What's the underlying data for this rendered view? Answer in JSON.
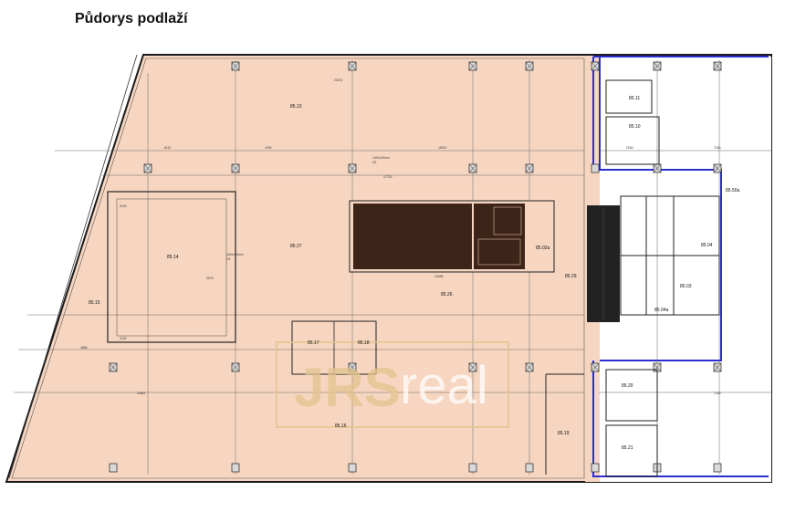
{
  "title": "Půdorys podlaží",
  "rooms": [
    {
      "id": "r1",
      "label": "85.13"
    },
    {
      "id": "r2",
      "label": "85.14"
    },
    {
      "id": "r3",
      "label": "85.15"
    },
    {
      "id": "r4",
      "label": "85.27"
    },
    {
      "id": "r5",
      "label": "85.02a"
    },
    {
      "id": "r6",
      "label": "85.26"
    },
    {
      "id": "r7",
      "label": "85.17"
    },
    {
      "id": "r8",
      "label": "85.18"
    },
    {
      "id": "r9",
      "label": "85.16"
    },
    {
      "id": "r10",
      "label": "85.29"
    },
    {
      "id": "r11",
      "label": "85.19"
    },
    {
      "id": "r12",
      "label": "85.11"
    },
    {
      "id": "r13",
      "label": "85.10"
    },
    {
      "id": "r14",
      "label": "85.50a"
    },
    {
      "id": "r15",
      "label": "85.04"
    },
    {
      "id": "r16",
      "label": "85.04a"
    },
    {
      "id": "r17",
      "label": "85.20"
    },
    {
      "id": "r18",
      "label": "85.21"
    },
    {
      "id": "r19",
      "label": "85.03"
    }
  ],
  "dimensions": [
    "23374",
    "6112",
    "4760",
    "15670",
    "17720",
    "2100",
    "2100",
    "4685",
    "11683",
    "2150",
    "7160",
    "7160",
    "3975",
    "10495"
  ],
  "annotations": {
    "opening_a": "140x140mm",
    "opening_b": "160x160mm",
    "sill_a": "2/1",
    "sill_b": "2/1"
  },
  "watermark": {
    "brand": "JRS",
    "suffix": "real"
  },
  "colors": {
    "floor": "#f7d6c1",
    "wall": "#222222",
    "core": "#3d2418",
    "blue_outline": "#2b2fd0",
    "watermark": "#e2c48d"
  }
}
